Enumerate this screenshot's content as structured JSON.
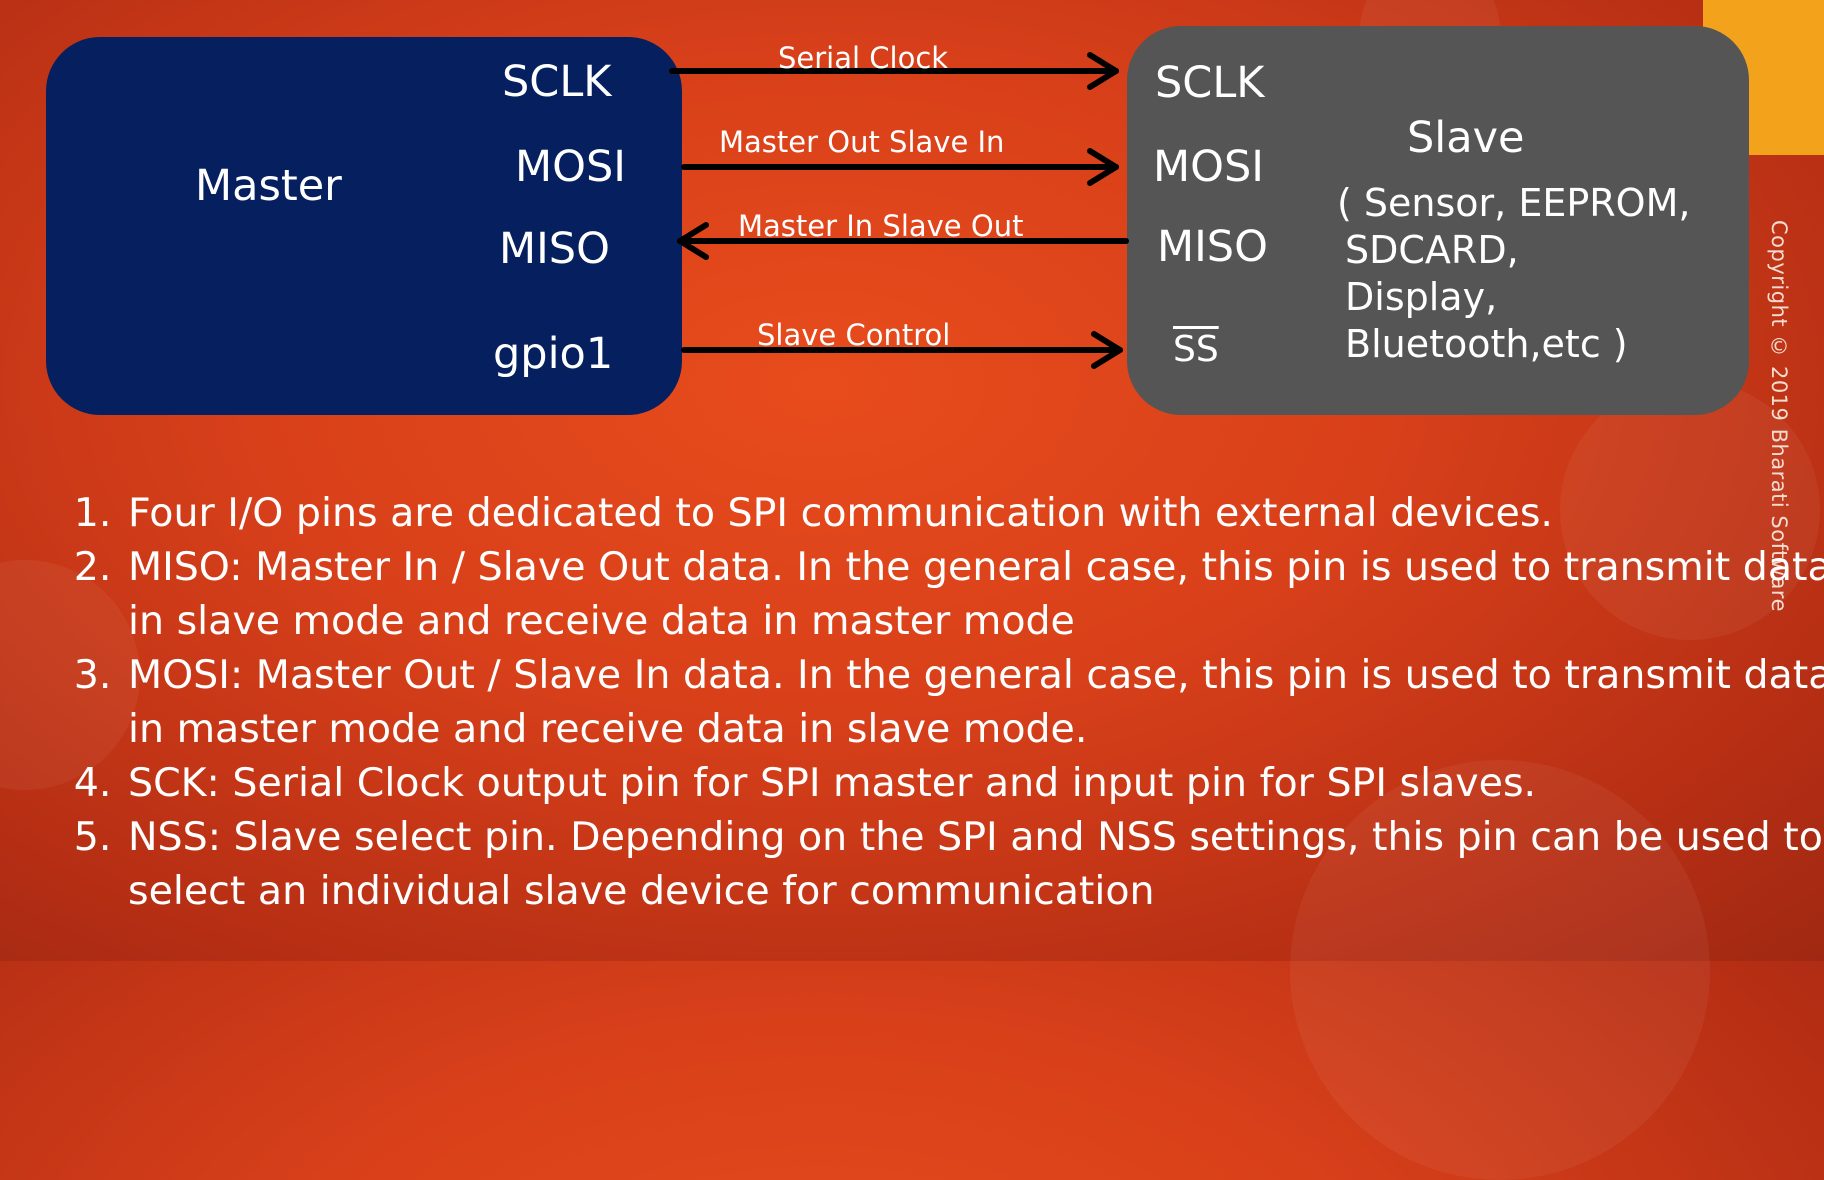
{
  "master": {
    "title": "Master",
    "pins": [
      "SCLK",
      "MOSI",
      "MISO",
      "gpio1"
    ]
  },
  "slave": {
    "title": "Slave",
    "pins": [
      "SCLK",
      "MOSI",
      "MISO",
      "SS"
    ],
    "devices": [
      "( Sensor, EEPROM,",
      "SDCARD,",
      "Display,",
      "Bluetooth,etc )"
    ]
  },
  "signals": [
    "Serial Clock",
    "Master Out Slave In",
    "Master In Slave Out",
    "Slave Control"
  ],
  "copyright": "Copyright © 2019 Bharati Software",
  "points": [
    "Four I/O pins are dedicated to SPI communication with external devices.",
    "MISO: Master In / Slave Out data. In the general case, this pin is used to transmit data in slave mode and receive data in master mode",
    "MOSI: Master Out / Slave In data. In the general case, this pin is used to transmit data in master mode and receive data in slave mode.",
    "SCK: Serial Clock output pin for SPI master and input pin for SPI slaves.",
    "NSS: Slave select pin. Depending on the SPI and NSS settings, this pin can be used to  select an individual slave device for communication"
  ],
  "colors": {
    "master_box": "#06205f",
    "slave_box": "#555555",
    "accent": "#f3a21c",
    "background": "#d8401a"
  }
}
